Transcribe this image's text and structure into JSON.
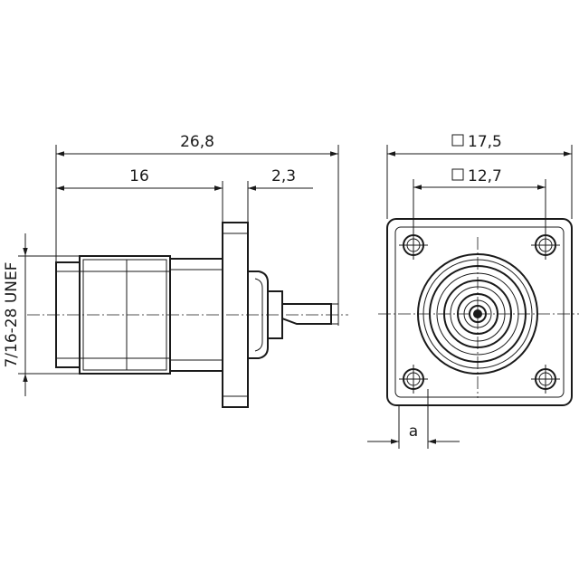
{
  "dimensions": {
    "overall_length": "26,8",
    "body_length": "16",
    "flange_thickness": "2,3",
    "thread": "7/16-28 UNEF",
    "flange_square": "17,5",
    "hole_spacing": "12,7",
    "hole_offset": "a"
  },
  "colors": {
    "ink": "#1a1a1a",
    "background": "#ffffff"
  }
}
